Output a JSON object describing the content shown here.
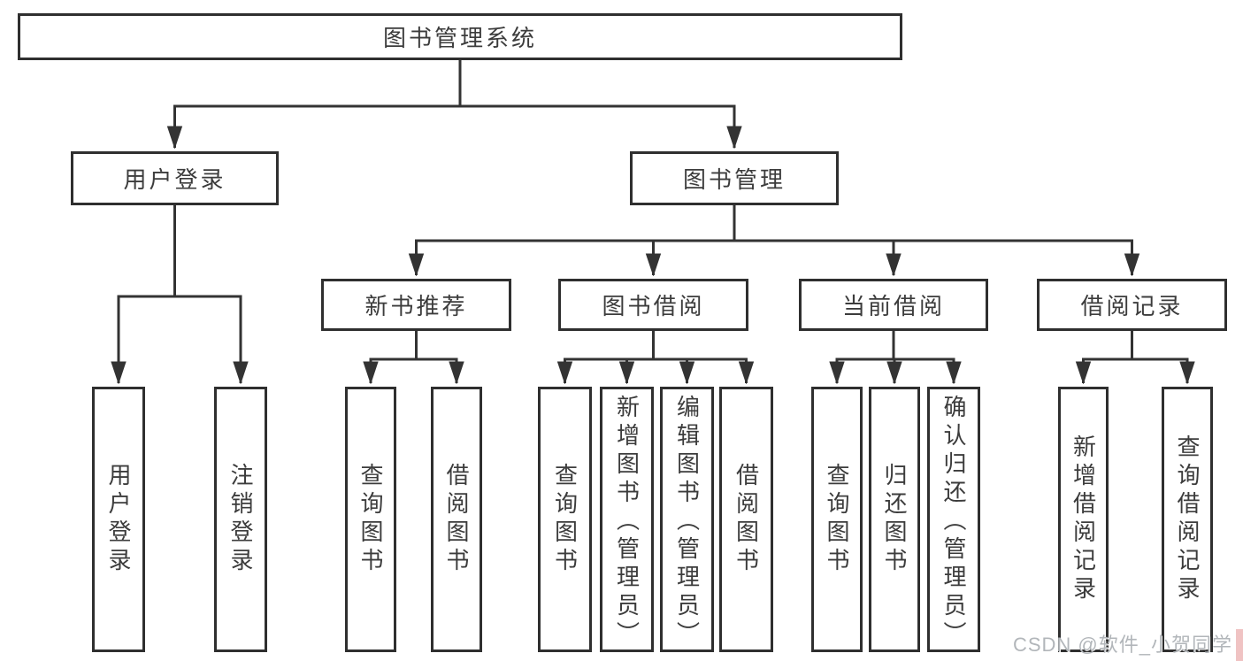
{
  "diagram": {
    "root": {
      "label": "图书管理系统"
    },
    "branches": [
      {
        "label": "用户登录",
        "leaves": [
          {
            "label": "用户登录"
          },
          {
            "label": "注销登录"
          }
        ]
      },
      {
        "label": "图书管理",
        "children": [
          {
            "label": "新书推荐",
            "leaves": [
              {
                "label": "查询图书"
              },
              {
                "label": "借阅图书"
              }
            ]
          },
          {
            "label": "图书借阅",
            "leaves": [
              {
                "label": "查询图书"
              },
              {
                "label": "新增图书（管理员）"
              },
              {
                "label": "编辑图书（管理员）"
              },
              {
                "label": "借阅图书"
              }
            ]
          },
          {
            "label": "当前借阅",
            "leaves": [
              {
                "label": "查询图书"
              },
              {
                "label": "归还图书"
              },
              {
                "label": "确认归还（管理员）"
              }
            ]
          },
          {
            "label": "借阅记录",
            "leaves": [
              {
                "label": "新增借阅记录"
              },
              {
                "label": "查询借阅记录"
              }
            ]
          }
        ]
      }
    ]
  },
  "watermark": {
    "text": "CSDN @软件_小贺同学"
  },
  "colors": {
    "line": "#333333",
    "box_border": "#2f2f2f",
    "text": "#3c3c3c",
    "background": "#ffffff",
    "watermark_text": "#b2b6ba",
    "watermark_accent": "#f0c3c3"
  }
}
